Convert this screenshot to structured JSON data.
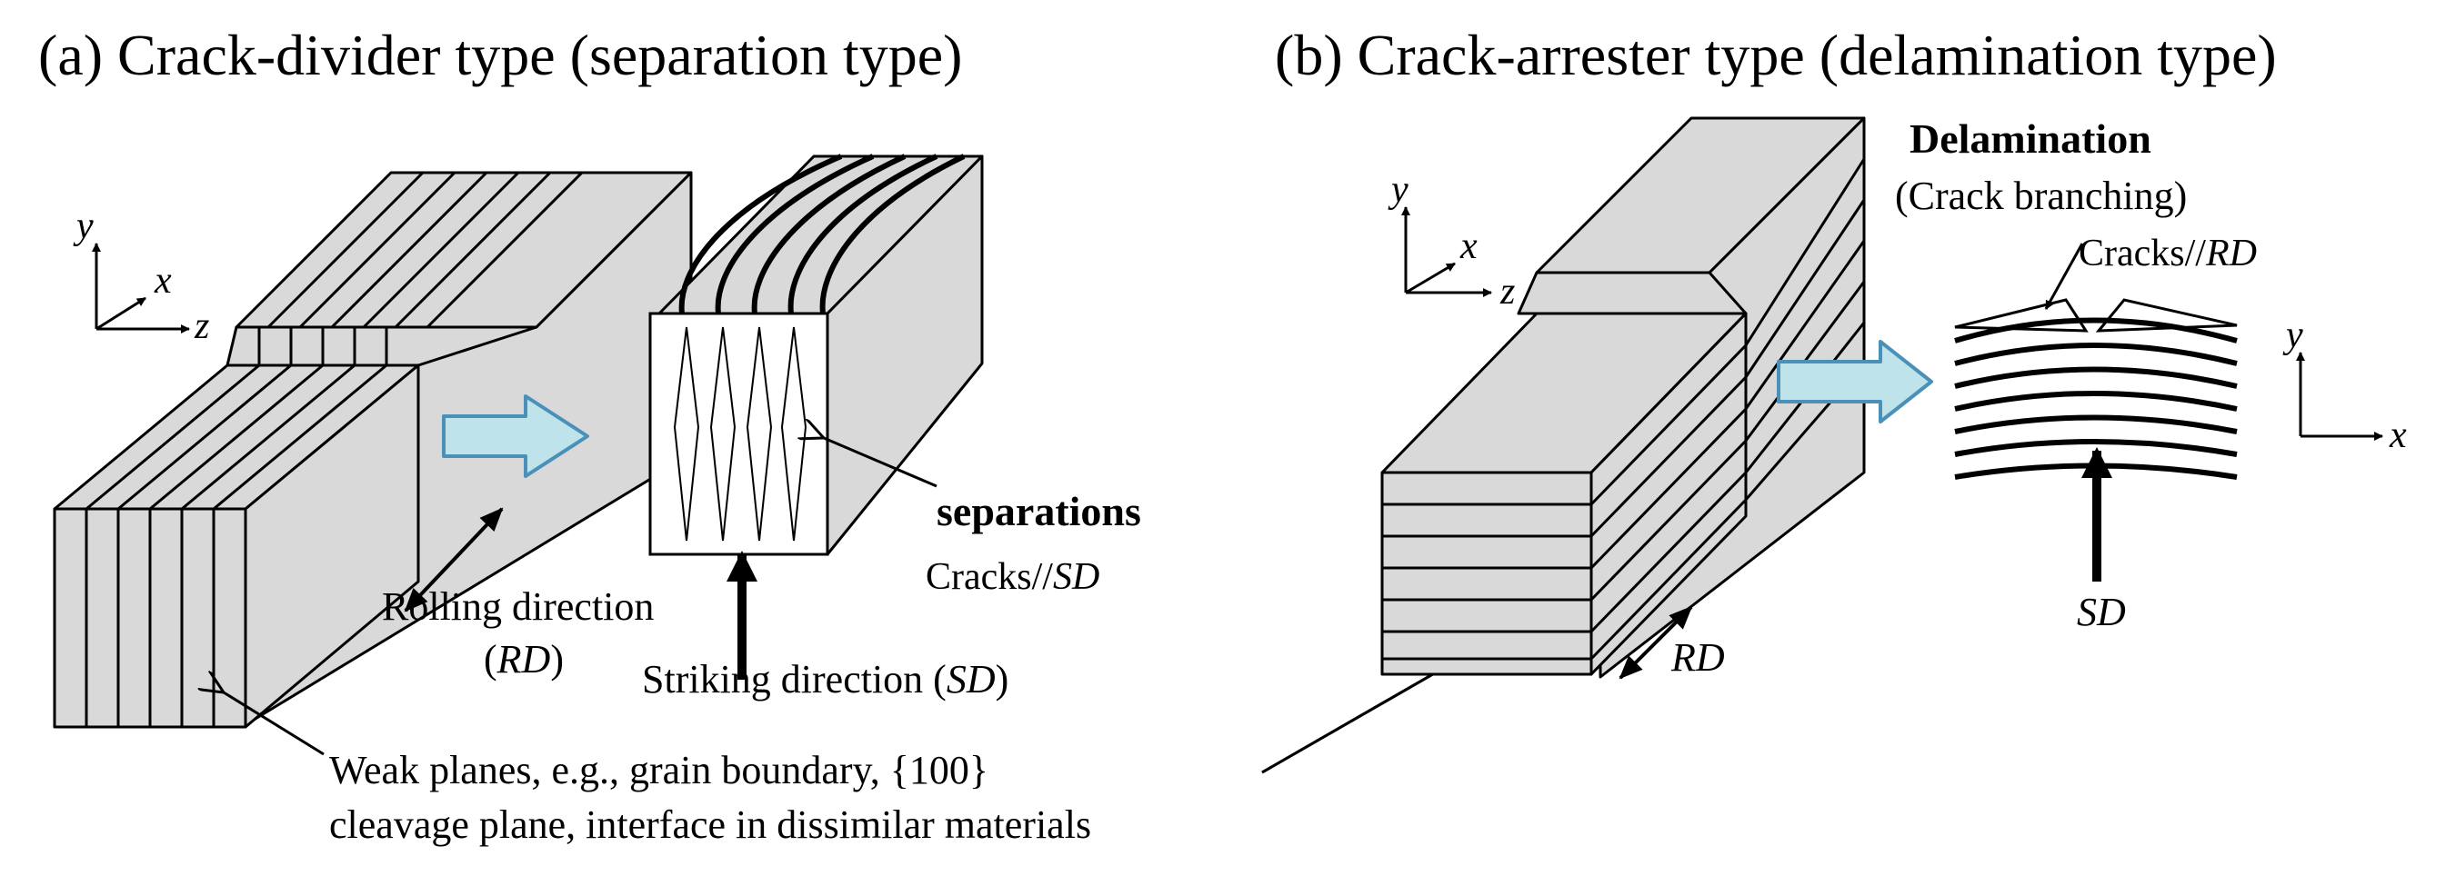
{
  "panel_a": {
    "title": "(a) Crack-divider type (separation type)",
    "axes": {
      "y": "y",
      "x": "x",
      "z": "z"
    },
    "rolling_direction": {
      "line1": "Rolling direction",
      "line2_pre": "(",
      "line2_italic": "RD",
      "line2_post": ")"
    },
    "striking_direction": {
      "pre": "Striking direction (",
      "italic": "SD",
      "post": ")"
    },
    "separations": "separations",
    "cracks": {
      "pre": "Cracks//",
      "italic": "SD"
    }
  },
  "panel_b": {
    "title": "(b) Crack-arrester type (delamination type)",
    "axes": {
      "y": "y",
      "x": "x",
      "z": "z"
    },
    "rd": "RD",
    "delamination": "Delamination",
    "crack_branching": "(Crack branching)",
    "cracks": {
      "pre": "Cracks//",
      "italic": "RD"
    },
    "sd": "SD",
    "inset_axes": {
      "y": "y",
      "x": "x"
    }
  },
  "shared": {
    "weak_planes_line1": "Weak planes, e.g., grain boundary, {100}",
    "weak_planes_line2": "cleavage plane, interface in dissimilar materials"
  },
  "colors": {
    "block_fill": "#d9d9d9",
    "arrow_fill": "#bfe3ea",
    "arrow_stroke": "#4a90b8"
  }
}
